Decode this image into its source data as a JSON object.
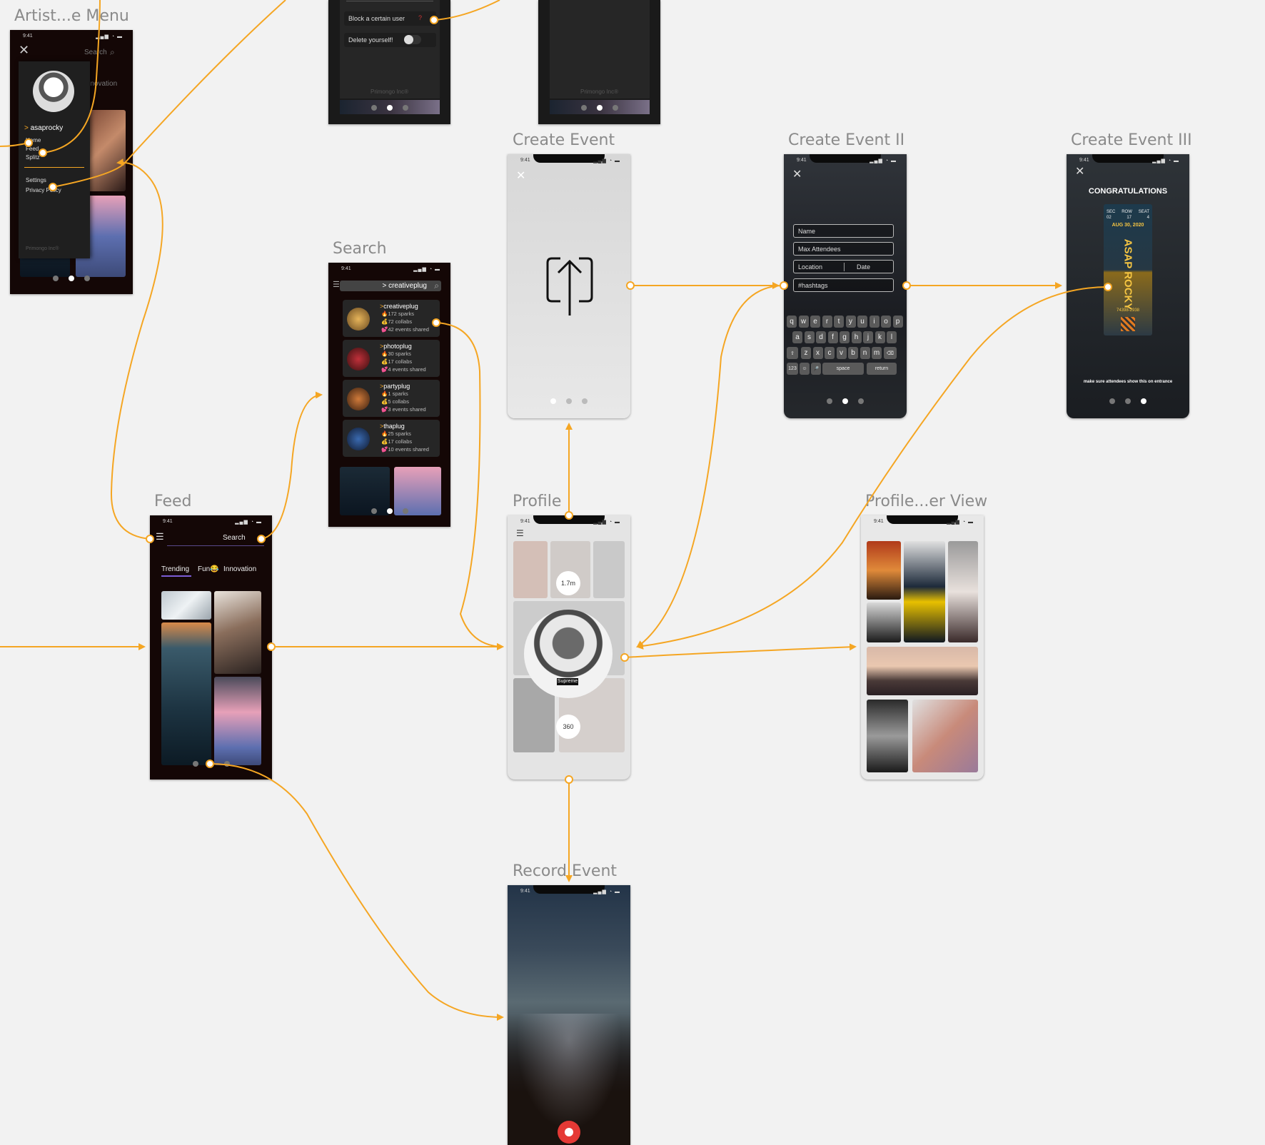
{
  "artboards": {
    "artist_menu": {
      "title": "Artist...e Menu"
    },
    "create_event": {
      "title": "Create Event"
    },
    "create_event_2": {
      "title": "Create Event II"
    },
    "create_event_3": {
      "title": "Create Event III"
    },
    "search": {
      "title": "Search"
    },
    "feed": {
      "title": "Feed"
    },
    "profile": {
      "title": "Profile"
    },
    "profile_user_view": {
      "title": "Profile...er View"
    },
    "record_event": {
      "title": "Record Event"
    }
  },
  "status": {
    "time": "9:41",
    "icons": "▂▄▆ ◔ ▬"
  },
  "settings_frame": {
    "block_label": "Block a certain user",
    "block_value": "?",
    "delete_label": "Delete yourself!",
    "footer": "Primongo Inc®"
  },
  "settings_frame_2": {
    "footer": "Primongo Inc®"
  },
  "menu": {
    "search_label": "Search",
    "bg_tab": "Innovation",
    "username": "asaprocky",
    "prompt": ">",
    "items": [
      "Home",
      "Feed",
      "Splitz"
    ],
    "items_lower": [
      "Settings",
      "Privacy Policy"
    ],
    "footer": "Primongo Inc®"
  },
  "search": {
    "query": "> creativeplug",
    "results": [
      {
        "name": "creativeplug",
        "stats": [
          "172 sparks",
          "72 collabs",
          "42 events shared"
        ]
      },
      {
        "name": "photoplug",
        "stats": [
          "30 sparks",
          "17 collabs",
          "4 events shared"
        ]
      },
      {
        "name": "partyplug",
        "stats": [
          "1 sparks",
          "5 collabs",
          "3 events shared"
        ]
      },
      {
        "name": "thaplug",
        "stats": [
          "25 sparks",
          "17 collabs",
          "10 events shared"
        ]
      }
    ]
  },
  "feed": {
    "search_label": "Search",
    "tabs": [
      "Trending",
      "Fun",
      "Innovation"
    ],
    "fun_emoji": "😂"
  },
  "create_event_2": {
    "fields": [
      "Name",
      "Max Attendees",
      "Location",
      "Date",
      "#hashtags"
    ],
    "keyboard_rows": [
      [
        "q",
        "w",
        "e",
        "r",
        "t",
        "y",
        "u",
        "i",
        "o",
        "p"
      ],
      [
        "a",
        "s",
        "d",
        "f",
        "g",
        "h",
        "j",
        "k",
        "l"
      ],
      [
        "z",
        "x",
        "c",
        "v",
        "b",
        "n",
        "m"
      ]
    ],
    "key_123": "123",
    "key_space": "space",
    "key_return": "return"
  },
  "create_event_3": {
    "heading": "CONGRATULATIONS",
    "ticket_artist": "ASAP ROCKY",
    "ticket_date": "AUG 30, 2020",
    "ticket_number": "74398-2938",
    "ticket_cols": [
      "SEC",
      "ROW",
      "SEAT"
    ],
    "ticket_vals": [
      "02",
      "17",
      "4"
    ],
    "note": "make sure attendees show this on entrance"
  },
  "profile": {
    "stat_followers": "1.7m",
    "stat_view": "360",
    "shirt": "Supreme"
  },
  "colors": {
    "accent": "#f5a623",
    "dark_bg": "#140706",
    "canvas": "#f2f2f2",
    "feed_tab_underline": "#7b5cd6"
  }
}
